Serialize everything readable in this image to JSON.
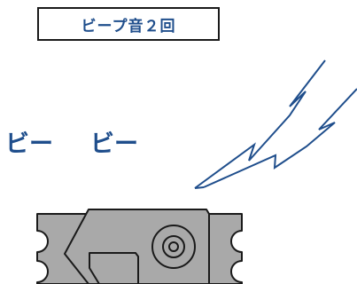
{
  "title_box": {
    "label": "ビープ音２回"
  },
  "beeps": [
    {
      "text": "ビー"
    },
    {
      "text": "ビー"
    }
  ],
  "colors": {
    "text": "#1f4e8c",
    "lightning": "#1f4e8c",
    "servo_fill": "#a9a9a9",
    "servo_outline": "#1a1a1a"
  },
  "icons": {
    "sound": "lightning-bolt-icon",
    "device": "servo-motor-icon"
  }
}
